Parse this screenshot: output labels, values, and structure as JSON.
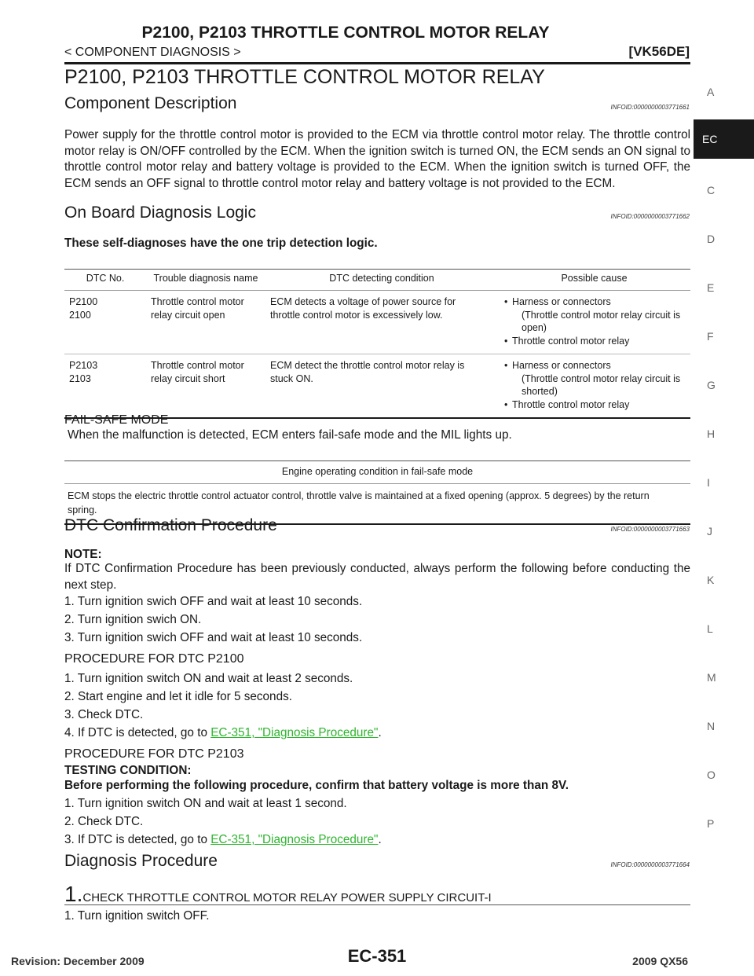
{
  "header": {
    "title": "P2100, P2103 THROTTLE CONTROL MOTOR RELAY",
    "breadcrumb": "< COMPONENT DIAGNOSIS >",
    "model": "[VK56DE]"
  },
  "main_title": "P2100, P2103 THROTTLE CONTROL MOTOR RELAY",
  "component_description": {
    "heading": "Component Description",
    "infoid": "INFOID:0000000003771661",
    "text": "Power supply for the throttle control motor is provided to the ECM via throttle control motor relay. The throttle control motor relay is ON/OFF controlled by the ECM. When the ignition switch is turned ON, the ECM sends an ON signal to throttle control motor relay and battery voltage is provided to the ECM. When the ignition switch is turned OFF, the ECM sends an OFF signal to throttle control motor relay and battery voltage is not provided to the ECM."
  },
  "obd_logic": {
    "heading": "On Board Diagnosis Logic",
    "infoid": "INFOID:0000000003771662",
    "note": "These self-diagnoses have the one trip detection logic.",
    "table": {
      "headers": [
        "DTC No.",
        "Trouble diagnosis name",
        "DTC detecting condition",
        "Possible cause"
      ],
      "rows": [
        {
          "dtc1": "P2100",
          "dtc2": "2100",
          "name1": "Throttle control motor",
          "name2": "relay circuit open",
          "cond1": "ECM detects a voltage of power source for",
          "cond2": "throttle control motor is excessively low.",
          "cause1": "Harness or connectors",
          "cause1_sub1": "(Throttle control motor relay circuit is",
          "cause1_sub2": "open)",
          "cause2": "Throttle control motor relay"
        },
        {
          "dtc1": "P2103",
          "dtc2": "2103",
          "name1": "Throttle control motor",
          "name2": "relay circuit short",
          "cond1": "ECM detect the throttle control motor relay is",
          "cond2": "stuck ON.",
          "cause1": "Harness or connectors",
          "cause1_sub1": "(Throttle control motor relay circuit is",
          "cause1_sub2": "shorted)",
          "cause2": "Throttle control motor relay"
        }
      ]
    }
  },
  "fail_safe": {
    "heading": "FAIL-SAFE MODE",
    "text": "When the malfunction is detected, ECM enters fail-safe mode and the MIL lights up.",
    "table_header": "Engine operating condition in fail-safe mode",
    "table_text1": "ECM stops the electric throttle control actuator control, throttle valve is maintained at a fixed opening (approx. 5 degrees) by the return",
    "table_text2": "spring."
  },
  "dtc_confirmation": {
    "heading": "DTC Confirmation Procedure",
    "infoid": "INFOID:0000000003771663",
    "note_label": "NOTE:",
    "note_text": "If DTC Confirmation Procedure has been previously conducted, always perform the following before conducting the next step.",
    "steps": [
      "1. Turn ignition swich OFF and wait at least 10 seconds.",
      "2. Turn ignition swich ON.",
      "3. Turn ignition swich OFF and wait at least 10 seconds."
    ]
  },
  "proc_p2100": {
    "heading": "PROCEDURE FOR DTC P2100",
    "steps": [
      "1. Turn ignition switch ON and wait at least 2 seconds.",
      "2. Start engine and let it idle for 5 seconds.",
      "3. Check DTC."
    ],
    "step4_prefix": "4. If DTC is detected, go to ",
    "step4_link": "EC-351, \"Diagnosis Procedure\"",
    "step4_suffix": "."
  },
  "proc_p2103": {
    "heading": "PROCEDURE FOR DTC P2103",
    "testing_label": "TESTING CONDITION:",
    "testing_text": "Before performing the following procedure, confirm that battery voltage is more than 8V.",
    "steps": [
      "1. Turn ignition switch ON and wait at least 1 second.",
      "2. Check DTC."
    ],
    "step3_prefix": "3. If DTC is detected, go to ",
    "step3_link": "EC-351, \"Diagnosis Procedure\"",
    "step3_suffix": "."
  },
  "diagnosis": {
    "heading": "Diagnosis Procedure",
    "infoid": "INFOID:0000000003771664",
    "step_num": "1.",
    "step_title": "CHECK THROTTLE CONTROL MOTOR RELAY POWER SUPPLY CIRCUIT-I",
    "step1": "1. Turn ignition switch OFF."
  },
  "sidebar": {
    "letters": [
      "A",
      "C",
      "D",
      "E",
      "F",
      "G",
      "H",
      "I",
      "J",
      "K",
      "L",
      "M",
      "N",
      "O",
      "P"
    ],
    "active": "EC"
  },
  "footer": {
    "page": "EC-351",
    "revision": "Revision: December 2009",
    "model": "2009 QX56"
  }
}
